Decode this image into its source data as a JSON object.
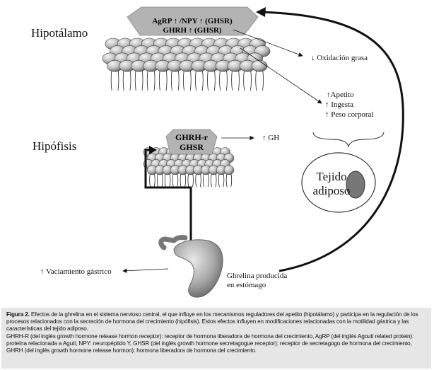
{
  "regions": {
    "hypothalamus": "Hipotálamo",
    "pituitary": "Hipófisis"
  },
  "hypothalamus_box": {
    "line1": "AgRP ↑ /NPY ↑  (GHSR)",
    "line2": "GHRH ↑ (GHSR)"
  },
  "pituitary_box": {
    "line1": "GHRH-r",
    "line2": "GHSR"
  },
  "effects": {
    "fat_oxidation": "↓ Oxidación grasa",
    "appetite": "↑Apetito",
    "intake": "↑ Ingesta",
    "body_weight": "↑ Peso corporal",
    "gh": "↑ GH",
    "gastric_emptying": "↑ Vaciamiento gástrico"
  },
  "adipose": {
    "line1": "Tejido",
    "line2": "adiposo"
  },
  "stomach_label": {
    "line1": "Ghrelina producida",
    "line2": "en estómago"
  },
  "caption": {
    "figure_label": "Figura 2.",
    "text": " Efectos de la ghrelina en el sistema nervioso central, el que influye en los mecanismos reguladores del apetito (hipotálamo) y participa en la regulación de los procesos relacionados con la secreción de hormona del crecimiento (hipófisis). Estos efectos influyen en modificaciones relacionadas con la motilidad gástrica y las características del tejido adiposo.",
    "abbreviations": "GHRH-R (del inglés growth hormone release hormon receptor): receptor de hormona liberadora de hormona del crecimiento, AgRP (del inglés Agouti related protein): proteína relacionada a Agutí, NPY: neuropéptido Y, GHSR (del inglés growth hormone secretagogue receptor): receptor de secretagogo de hormona del crecimiento, GHRH (del inglés growth hormone release hormon): hormona liberadora de hormona del crecimiento."
  },
  "colors": {
    "receptor_box": "#b3b3b3",
    "cell_light": "#d0d0d0",
    "adipose_oval": "#777777",
    "caption_bg": "#e6e6e6"
  }
}
